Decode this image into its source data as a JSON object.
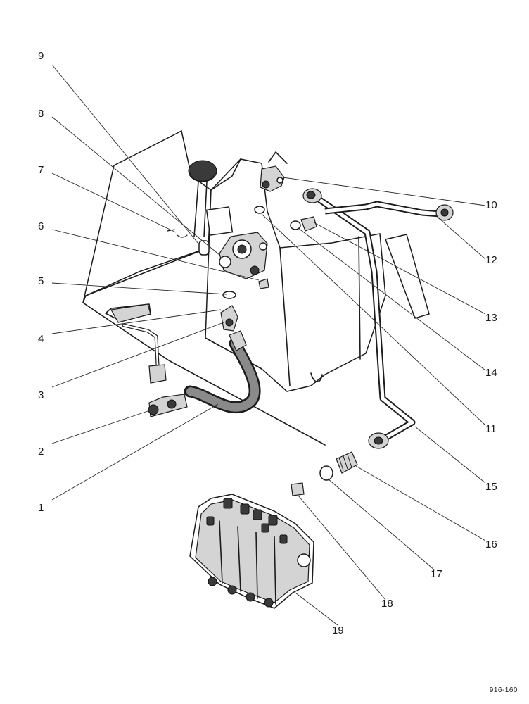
{
  "diagram": {
    "figure_number": "916-160",
    "callouts": [
      {
        "id": "c1",
        "label": "1"
      },
      {
        "id": "c2",
        "label": "2"
      },
      {
        "id": "c3",
        "label": "3"
      },
      {
        "id": "c4",
        "label": "4"
      },
      {
        "id": "c5",
        "label": "5"
      },
      {
        "id": "c6",
        "label": "6"
      },
      {
        "id": "c7",
        "label": "7"
      },
      {
        "id": "c8",
        "label": "8"
      },
      {
        "id": "c9",
        "label": "9"
      },
      {
        "id": "c10",
        "label": "10"
      },
      {
        "id": "c11",
        "label": "11"
      },
      {
        "id": "c12",
        "label": "12"
      },
      {
        "id": "c13",
        "label": "13"
      },
      {
        "id": "c14",
        "label": "14"
      },
      {
        "id": "c15",
        "label": "15"
      },
      {
        "id": "c16",
        "label": "16"
      },
      {
        "id": "c17",
        "label": "17"
      },
      {
        "id": "c18",
        "label": "18"
      },
      {
        "id": "c19",
        "label": "19"
      }
    ]
  }
}
